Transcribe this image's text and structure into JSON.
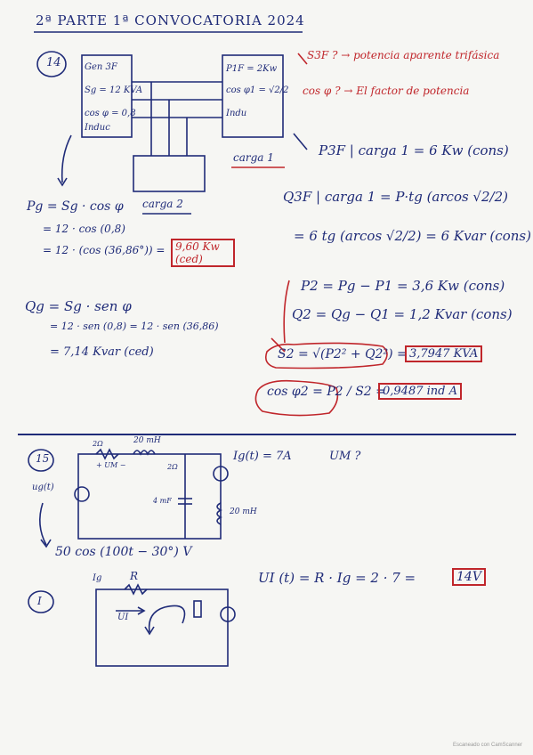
{
  "header": {
    "title": "2ª PARTE   1ª CONVOCATORIA 2024"
  },
  "p14": {
    "number": "14",
    "gen_box": [
      "Gen 3F",
      "Sg = 12 KVA",
      "cos φ = 0,8",
      "Induc"
    ],
    "load1_box": [
      "P1F = 2Kw",
      "cos φ1 = √2/2",
      "Indu"
    ],
    "load1_label": "carga 1",
    "load2_label": "carga 2",
    "q1": "S3F ? → potencia aparente trifásica",
    "q2": "cos φ ? → El factor de potencia",
    "p3f": "P3F | carga 1 = 6 Kw (cons)",
    "q3f": "Q3F | carga 1 = P·tg (arcos √2/2)",
    "q3f_res": "= 6 tg (arcos √2/2) = 6 Kvar (cons)",
    "pg1": "Pg = Sg · cos φ",
    "pg2": "= 12 · cos (0,8)",
    "pg3": "= 12 · (cos (36,86°)) =",
    "pg_res": "9,60 Kw (ced)",
    "qg1": "Qg = Sg · sen φ",
    "qg2": "= 12 · sen (0,8) = 12 · sen (36,86)",
    "qg_res": "= 7,14 Kvar (ced)",
    "p2": "P2 = Pg − P1 = 3,6 Kw (cons)",
    "q2eq": "Q2 = Qg − Q1 = 1,2 Kvar (cons)",
    "s2": "S2 = √(P2² + Q2²) =",
    "s2_res": "3,7947 KVA",
    "cos2": "cos φ2 = P2 / S2 =",
    "cos2_res": "0,9487 ind A"
  },
  "p15": {
    "number": "15",
    "source": "ug(t)",
    "r1": "2Ω",
    "l1": "20 mH",
    "um": "+ UM −",
    "r2": "2Ω",
    "c1": "4 mF",
    "l2": "20 mH",
    "ig": "Ig(t) = 7A",
    "question": "UM ?",
    "expr": "50 cos (100t − 30°) V"
  },
  "pI": {
    "number": "I",
    "ig": "Ig",
    "r": "R",
    "ui": "UI",
    "eq": "UI (t) = R · Ig = 2 · 7 =",
    "res": "14V"
  },
  "footer": "Escaneado con CamScanner"
}
